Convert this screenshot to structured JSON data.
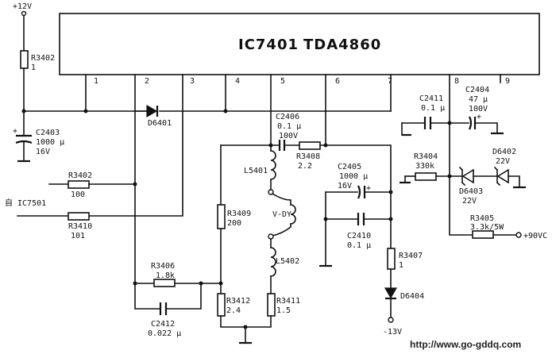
{
  "ic": {
    "ref": "IC7401",
    "part": "TDA4860",
    "pins": [
      "1",
      "2",
      "3",
      "4",
      "5",
      "6",
      "7",
      "8",
      "9"
    ]
  },
  "supplies": {
    "p12": "+12V",
    "p90": "+90VC",
    "m13": "-13V"
  },
  "components": {
    "R3402_top": {
      "ref": "R3402",
      "value": "1"
    },
    "R3402_left": {
      "ref": "R3402",
      "value": "100"
    },
    "R3410": {
      "ref": "R3410",
      "value": "101"
    },
    "C2403": {
      "ref": "C2403",
      "value": "1000 µ",
      "rating": "16V",
      "polarity": "+"
    },
    "D6401": {
      "ref": "D6401"
    },
    "C2406": {
      "ref": "C2406",
      "value": "0.1 µ",
      "rating": "100V"
    },
    "R3408": {
      "ref": "R3408",
      "value": "2.2"
    },
    "L5401": {
      "ref": "L5401"
    },
    "L5402": {
      "ref": "L5402"
    },
    "VDY": {
      "ref": "V-DY"
    },
    "R3409": {
      "ref": "R3409",
      "value": "200"
    },
    "R3406": {
      "ref": "R3406",
      "value": "1.8k"
    },
    "C2412": {
      "ref": "C2412",
      "value": "0.022 µ"
    },
    "R3412": {
      "ref": "R3412",
      "value": "2.4"
    },
    "R3411": {
      "ref": "R3411",
      "value": "1.5"
    },
    "C2405": {
      "ref": "C2405",
      "value": "1000 µ",
      "rating": "16V",
      "polarity": "+"
    },
    "C2410": {
      "ref": "C2410",
      "value": "0.1 µ"
    },
    "R3407": {
      "ref": "R3407",
      "value": "1"
    },
    "D6404": {
      "ref": "D6404"
    },
    "C2411": {
      "ref": "C2411",
      "value": "0.1 µ"
    },
    "C2404": {
      "ref": "C2404",
      "value": "47 µ",
      "rating": "100V",
      "polarity": "+"
    },
    "R3404": {
      "ref": "R3404",
      "value": "330k"
    },
    "D6403": {
      "ref": "D6403",
      "value": "22V"
    },
    "D6402": {
      "ref": "D6402",
      "value": "22V"
    },
    "R3405": {
      "ref": "R3405",
      "value": "3.3k/5W"
    }
  },
  "connectors": {
    "from_ic7501": "自 IC7501"
  },
  "watermark": "http://www.go-gddq.com"
}
